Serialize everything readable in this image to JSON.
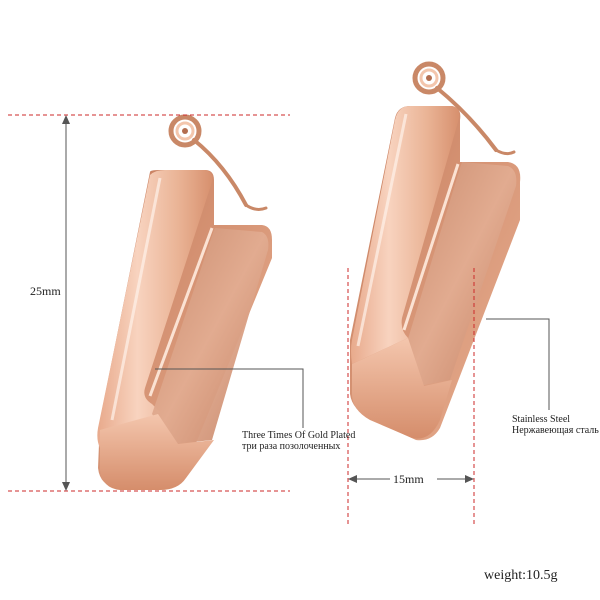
{
  "annotations": {
    "height_dimension": "25mm",
    "width_dimension": "15mm",
    "plating_label_en": "Three Times Of Gold Plated",
    "plating_label_ru": "три раза позолоченных",
    "material_label_en": "Stainless Steel",
    "material_label_ru": "Нержавеющая сталь",
    "weight": "weight:10.5g"
  },
  "colors": {
    "dimension_line": "#cc2a2a",
    "pointer_line": "#555555",
    "rose_gold_light": "#f6c9b2",
    "rose_gold_mid": "#e3a383",
    "rose_gold_dark": "#b5694a",
    "brushed_inner": "#d29a7e"
  }
}
